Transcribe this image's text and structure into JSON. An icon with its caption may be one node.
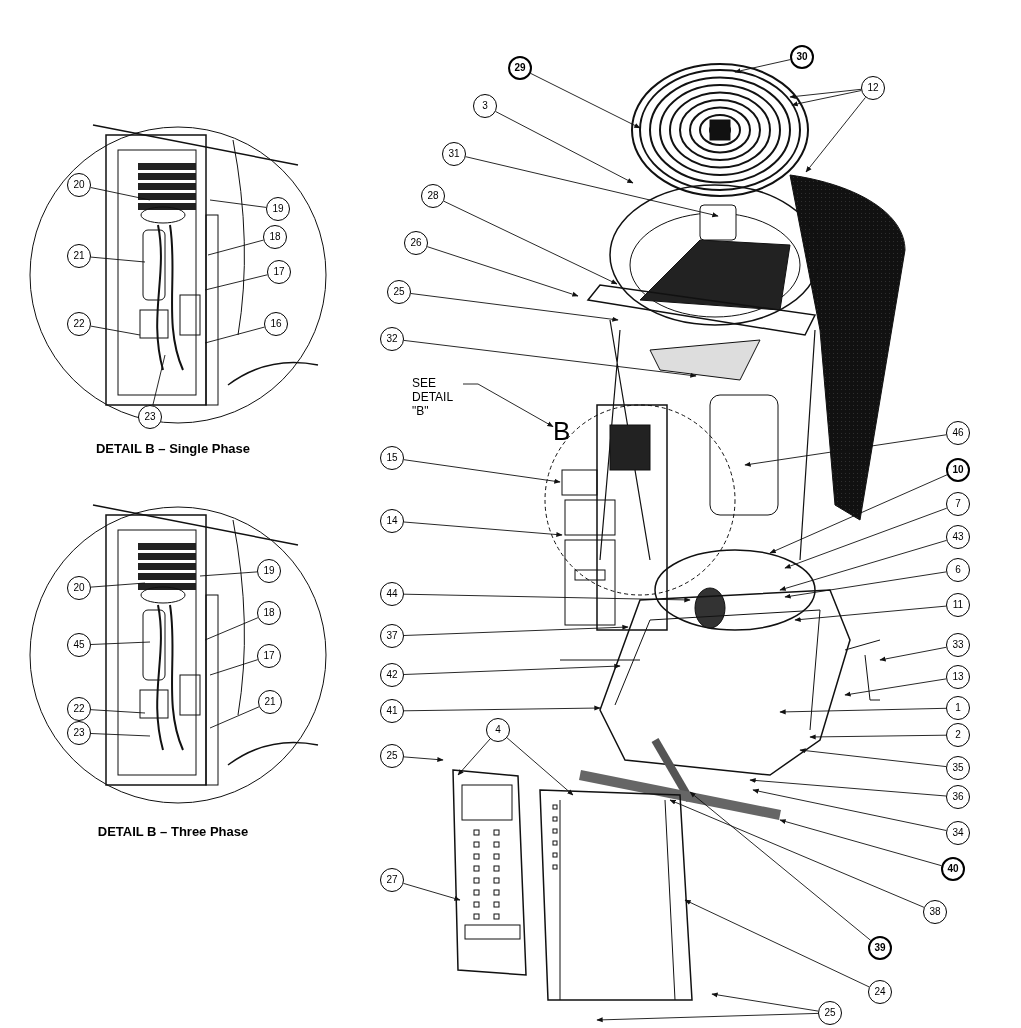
{
  "diagram": {
    "nodes": [
      {
        "text": [
          "20"
        ]
      },
      {
        "text": [
          "19"
        ]
      },
      {
        "text": [
          "18"
        ]
      },
      {
        "text": [
          "21"
        ]
      },
      {
        "text": [
          "17"
        ]
      },
      {
        "text": [
          "22"
        ]
      },
      {
        "text": [
          "16"
        ]
      },
      {
        "text": [
          "23"
        ]
      },
      {
        "text": [
          "20"
        ]
      },
      {
        "text": [
          "19"
        ]
      },
      {
        "text": [
          "18"
        ]
      },
      {
        "text": [
          "45"
        ]
      },
      {
        "text": [
          "17"
        ]
      },
      {
        "text": [
          "21"
        ]
      },
      {
        "text": [
          "22"
        ]
      },
      {
        "text": [
          "23"
        ]
      },
      {
        "text": [
          "29"
        ]
      },
      {
        "text": [
          "30"
        ]
      },
      {
        "text": [
          "12"
        ]
      },
      {
        "text": [
          "3"
        ]
      },
      {
        "text": [
          "31"
        ]
      },
      {
        "text": [
          "28"
        ]
      },
      {
        "text": [
          "26"
        ]
      },
      {
        "text": [
          "25"
        ]
      },
      {
        "text": [
          "32"
        ]
      },
      {
        "text": [
          "SEE DETAIL \"B\""
        ]
      },
      {
        "text": [
          "B"
        ]
      },
      {
        "text": [
          "46"
        ]
      },
      {
        "text": [
          "15"
        ]
      },
      {
        "text": [
          "10"
        ]
      },
      {
        "text": [
          "7"
        ]
      },
      {
        "text": [
          "14"
        ]
      },
      {
        "text": [
          "43"
        ]
      },
      {
        "text": [
          "6"
        ]
      },
      {
        "text": [
          "44"
        ]
      },
      {
        "text": [
          "11"
        ]
      },
      {
        "text": [
          "37"
        ]
      },
      {
        "text": [
          "33"
        ]
      },
      {
        "text": [
          "42"
        ]
      },
      {
        "text": [
          "13"
        ]
      },
      {
        "text": [
          "41"
        ]
      },
      {
        "text": [
          "1"
        ]
      },
      {
        "text": [
          "4"
        ]
      },
      {
        "text": [
          "2"
        ]
      },
      {
        "text": [
          "25"
        ]
      },
      {
        "text": [
          "35"
        ]
      },
      {
        "text": [
          "36"
        ]
      },
      {
        "text": [
          "34"
        ]
      },
      {
        "text": [
          "40"
        ]
      },
      {
        "text": [
          "27"
        ]
      },
      {
        "text": [
          "38"
        ]
      },
      {
        "text": [
          "39"
        ]
      },
      {
        "text": [
          "24"
        ]
      },
      {
        "text": [
          "25"
        ]
      }
    ],
    "edges": [
      {
        "from": 0,
        "to": null,
        "arrow": "none"
      },
      {
        "from": 1,
        "to": null,
        "arrow": "none"
      },
      {
        "from": 2,
        "to": null,
        "arrow": "none"
      },
      {
        "from": 3,
        "to": null,
        "arrow": "none"
      },
      {
        "from": 4,
        "to": null,
        "arrow": "none"
      },
      {
        "from": 5,
        "to": null,
        "arrow": "none"
      },
      {
        "from": 6,
        "to": null,
        "arrow": "none"
      },
      {
        "from": 7,
        "to": null,
        "arrow": "none"
      },
      {
        "from": 8,
        "to": null,
        "arrow": "none"
      },
      {
        "from": 9,
        "to": null,
        "arrow": "none"
      },
      {
        "from": 10,
        "to": null,
        "arrow": "none"
      },
      {
        "from": 11,
        "to": null,
        "arrow": "none"
      },
      {
        "from": 12,
        "to": null,
        "arrow": "none"
      },
      {
        "from": 13,
        "to": null,
        "arrow": "none"
      },
      {
        "from": 14,
        "to": null,
        "arrow": "none"
      },
      {
        "from": 15,
        "to": null,
        "arrow": "none"
      },
      {
        "from": 16,
        "to": null,
        "arrow": "to"
      },
      {
        "from": 17,
        "to": null,
        "arrow": "to"
      },
      {
        "from": 18,
        "to": null,
        "arrow": "to"
      },
      {
        "from": 18,
        "to": null,
        "arrow": "to"
      },
      {
        "from": 18,
        "to": null,
        "arrow": "to"
      },
      {
        "from": 19,
        "to": null,
        "arrow": "to"
      },
      {
        "from": 20,
        "to": null,
        "arrow": "to"
      },
      {
        "from": 21,
        "to": null,
        "arrow": "to"
      },
      {
        "from": 22,
        "to": null,
        "arrow": "to"
      },
      {
        "from": 23,
        "to": null,
        "arrow": "to"
      },
      {
        "from": 24,
        "to": null,
        "arrow": "to"
      },
      {
        "from": 25,
        "to": 26,
        "arrow": "to"
      },
      {
        "from": 27,
        "to": null,
        "arrow": "to"
      },
      {
        "from": 28,
        "to": null,
        "arrow": "to"
      },
      {
        "from": 29,
        "to": null,
        "arrow": "to"
      },
      {
        "from": 30,
        "to": null,
        "arrow": "to"
      },
      {
        "from": 31,
        "to": null,
        "arrow": "to"
      },
      {
        "from": 32,
        "to": null,
        "arrow": "to"
      },
      {
        "from": 33,
        "to": null,
        "arrow": "to"
      },
      {
        "from": 34,
        "to": null,
        "arrow": "to"
      },
      {
        "from": 35,
        "to": null,
        "arrow": "to"
      },
      {
        "from": 36,
        "to": null,
        "arrow": "to"
      },
      {
        "from": 37,
        "to": null,
        "arrow": "to"
      },
      {
        "from": 38,
        "to": null,
        "arrow": "to"
      },
      {
        "from": 39,
        "to": null,
        "arrow": "to"
      },
      {
        "from": 40,
        "to": null,
        "arrow": "to"
      },
      {
        "from": 41,
        "to": null,
        "arrow": "to"
      },
      {
        "from": 42,
        "to": null,
        "arrow": "to"
      },
      {
        "from": 42,
        "to": null,
        "arrow": "to"
      },
      {
        "from": 43,
        "to": null,
        "arrow": "to"
      },
      {
        "from": 44,
        "to": null,
        "arrow": "to"
      },
      {
        "from": 45,
        "to": null,
        "arrow": "to"
      },
      {
        "from": 46,
        "to": null,
        "arrow": "to"
      },
      {
        "from": 47,
        "to": null,
        "arrow": "to"
      },
      {
        "from": 48,
        "to": null,
        "arrow": "to"
      },
      {
        "from": 49,
        "to": null,
        "arrow": "to"
      },
      {
        "from": 50,
        "to": null,
        "arrow": "to"
      },
      {
        "from": 51,
        "to": null,
        "arrow": "to"
      },
      {
        "from": 52,
        "to": null,
        "arrow": "to"
      },
      {
        "from": 53,
        "to": null,
        "arrow": "to"
      },
      {
        "from": 53,
        "to": null,
        "arrow": "to"
      }
    ],
    "labels": [
      "DETAIL B – Single Phase",
      "DETAIL B – Three Phase"
    ]
  }
}
